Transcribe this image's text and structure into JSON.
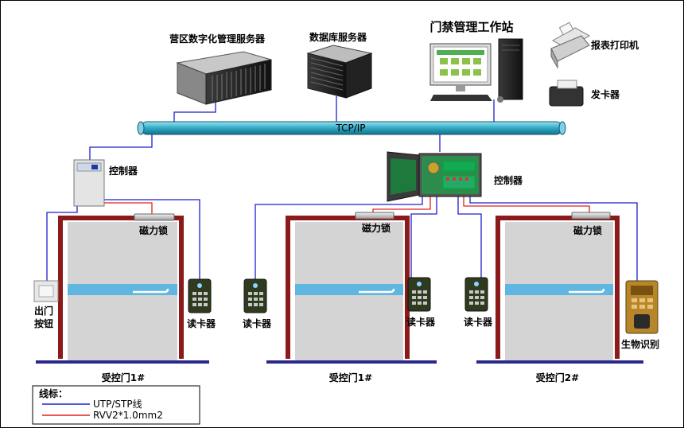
{
  "servers": {
    "campus_server": "营区数字化管理服务器",
    "db_server": "数据库服务器",
    "workstation": "门禁管理工作站",
    "printer": "报表打印机",
    "card_issuer": "发卡器"
  },
  "network": {
    "bus_label": "TCP/IP"
  },
  "controllers": {
    "left": "控制器",
    "center": "控制器"
  },
  "devices": {
    "maglock_1": "磁力锁",
    "maglock_2": "磁力锁",
    "maglock_3": "磁力锁",
    "exit_button_line1": "出门",
    "exit_button_line2": "按钮",
    "reader_1": "读卡器",
    "reader_2": "读卡器",
    "reader_3": "读卡器",
    "reader_4": "读卡器",
    "biometric": "生物识别"
  },
  "doors": {
    "door_1": "受控门1#",
    "door_2": "受控门1#",
    "door_3": "受控门2#"
  },
  "legend": {
    "title": "线标：",
    "utp": "UTP/STP线",
    "rvv": "RVV2*1.0mm2",
    "utp_color": "#1f1fcf",
    "rvv_color": "#e02020"
  },
  "colors": {
    "bus": "#2fa9c4",
    "door_frame": "#8b1a1a",
    "door_panel": "#d4d4d4",
    "door_stripe": "#5fb6e0",
    "floor": "#2a2a8a"
  }
}
